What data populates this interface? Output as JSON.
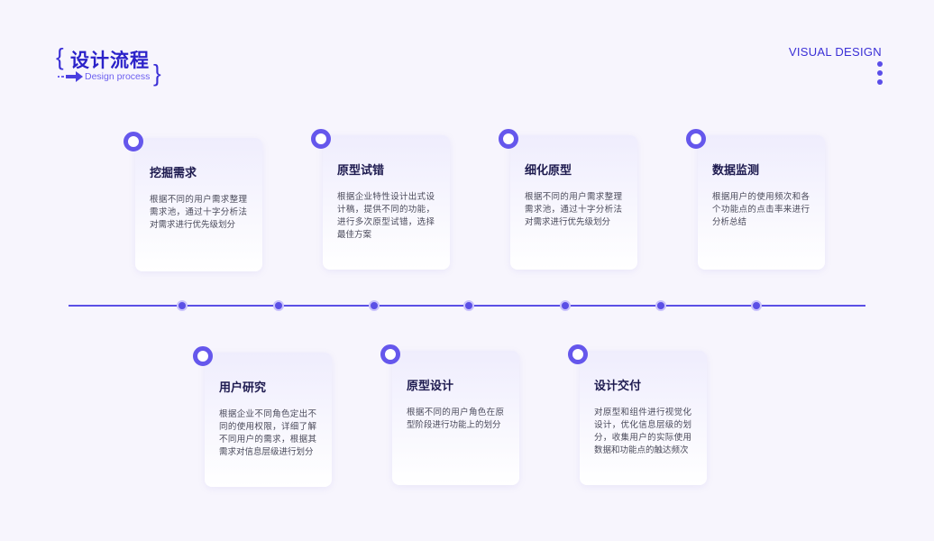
{
  "header": {
    "title": "设计流程",
    "subtitle": "Design process",
    "brace_left": "{",
    "brace_right": "}",
    "visual_design": "VISUAL DESIGN"
  },
  "colors": {
    "accent": "#5b4fe6",
    "title": "#2b22c9",
    "background": "#f7f5fd"
  },
  "icons": {
    "arrow": "arrow-right-icon",
    "menu": "vertical-dots-icon",
    "step": "ring-icon"
  },
  "steps_top": [
    {
      "title": "挖掘需求",
      "desc": "根据不同的用户需求整理需求池，通过十字分析法对需求进行优先级划分"
    },
    {
      "title": "原型试错",
      "desc": "根据企业特性设计出式设计稿，提供不同的功能，进行多次原型试错，选择最佳方案"
    },
    {
      "title": "细化原型",
      "desc": "根据不同的用户需求整理需求池，通过十字分析法对需求进行优先级划分"
    },
    {
      "title": "数据监测",
      "desc": "根据用户的使用频次和各个功能点的点击率来进行分析总结"
    }
  ],
  "steps_bottom": [
    {
      "title": "用户研究",
      "desc": "根据企业不同角色定出不同的使用权限，详细了解不同用户的需求，根据其需求对信息层级进行划分"
    },
    {
      "title": "原型设计",
      "desc": "根据不同的用户角色在原型阶段进行功能上的划分"
    },
    {
      "title": "设计交付",
      "desc": "对原型和组件进行视觉化设计，优化信息层级的划分，收集用户的实际使用数据和功能点的触达频次"
    }
  ]
}
